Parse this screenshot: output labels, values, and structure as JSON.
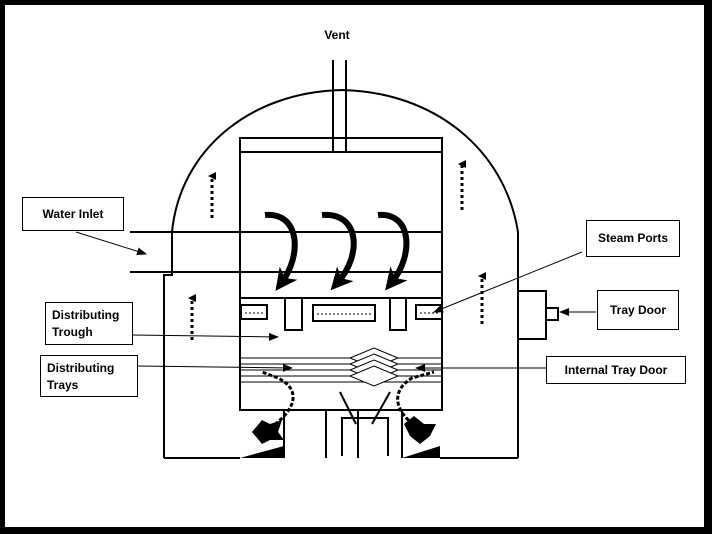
{
  "labels": {
    "vent": "Vent",
    "water_inlet": "Water Inlet",
    "steam_ports": "Steam Ports",
    "tray_door": "Tray Door",
    "distributing_trough_line1": "Distributing",
    "distributing_trough_line2": "Trough",
    "distributing_trays_line1": "Distributing",
    "distributing_trays_line2": "Trays",
    "internal_tray_door": "Internal Tray Door"
  },
  "colors": {
    "background": "#000000",
    "panel": "#ffffff",
    "ink": "#000000"
  }
}
